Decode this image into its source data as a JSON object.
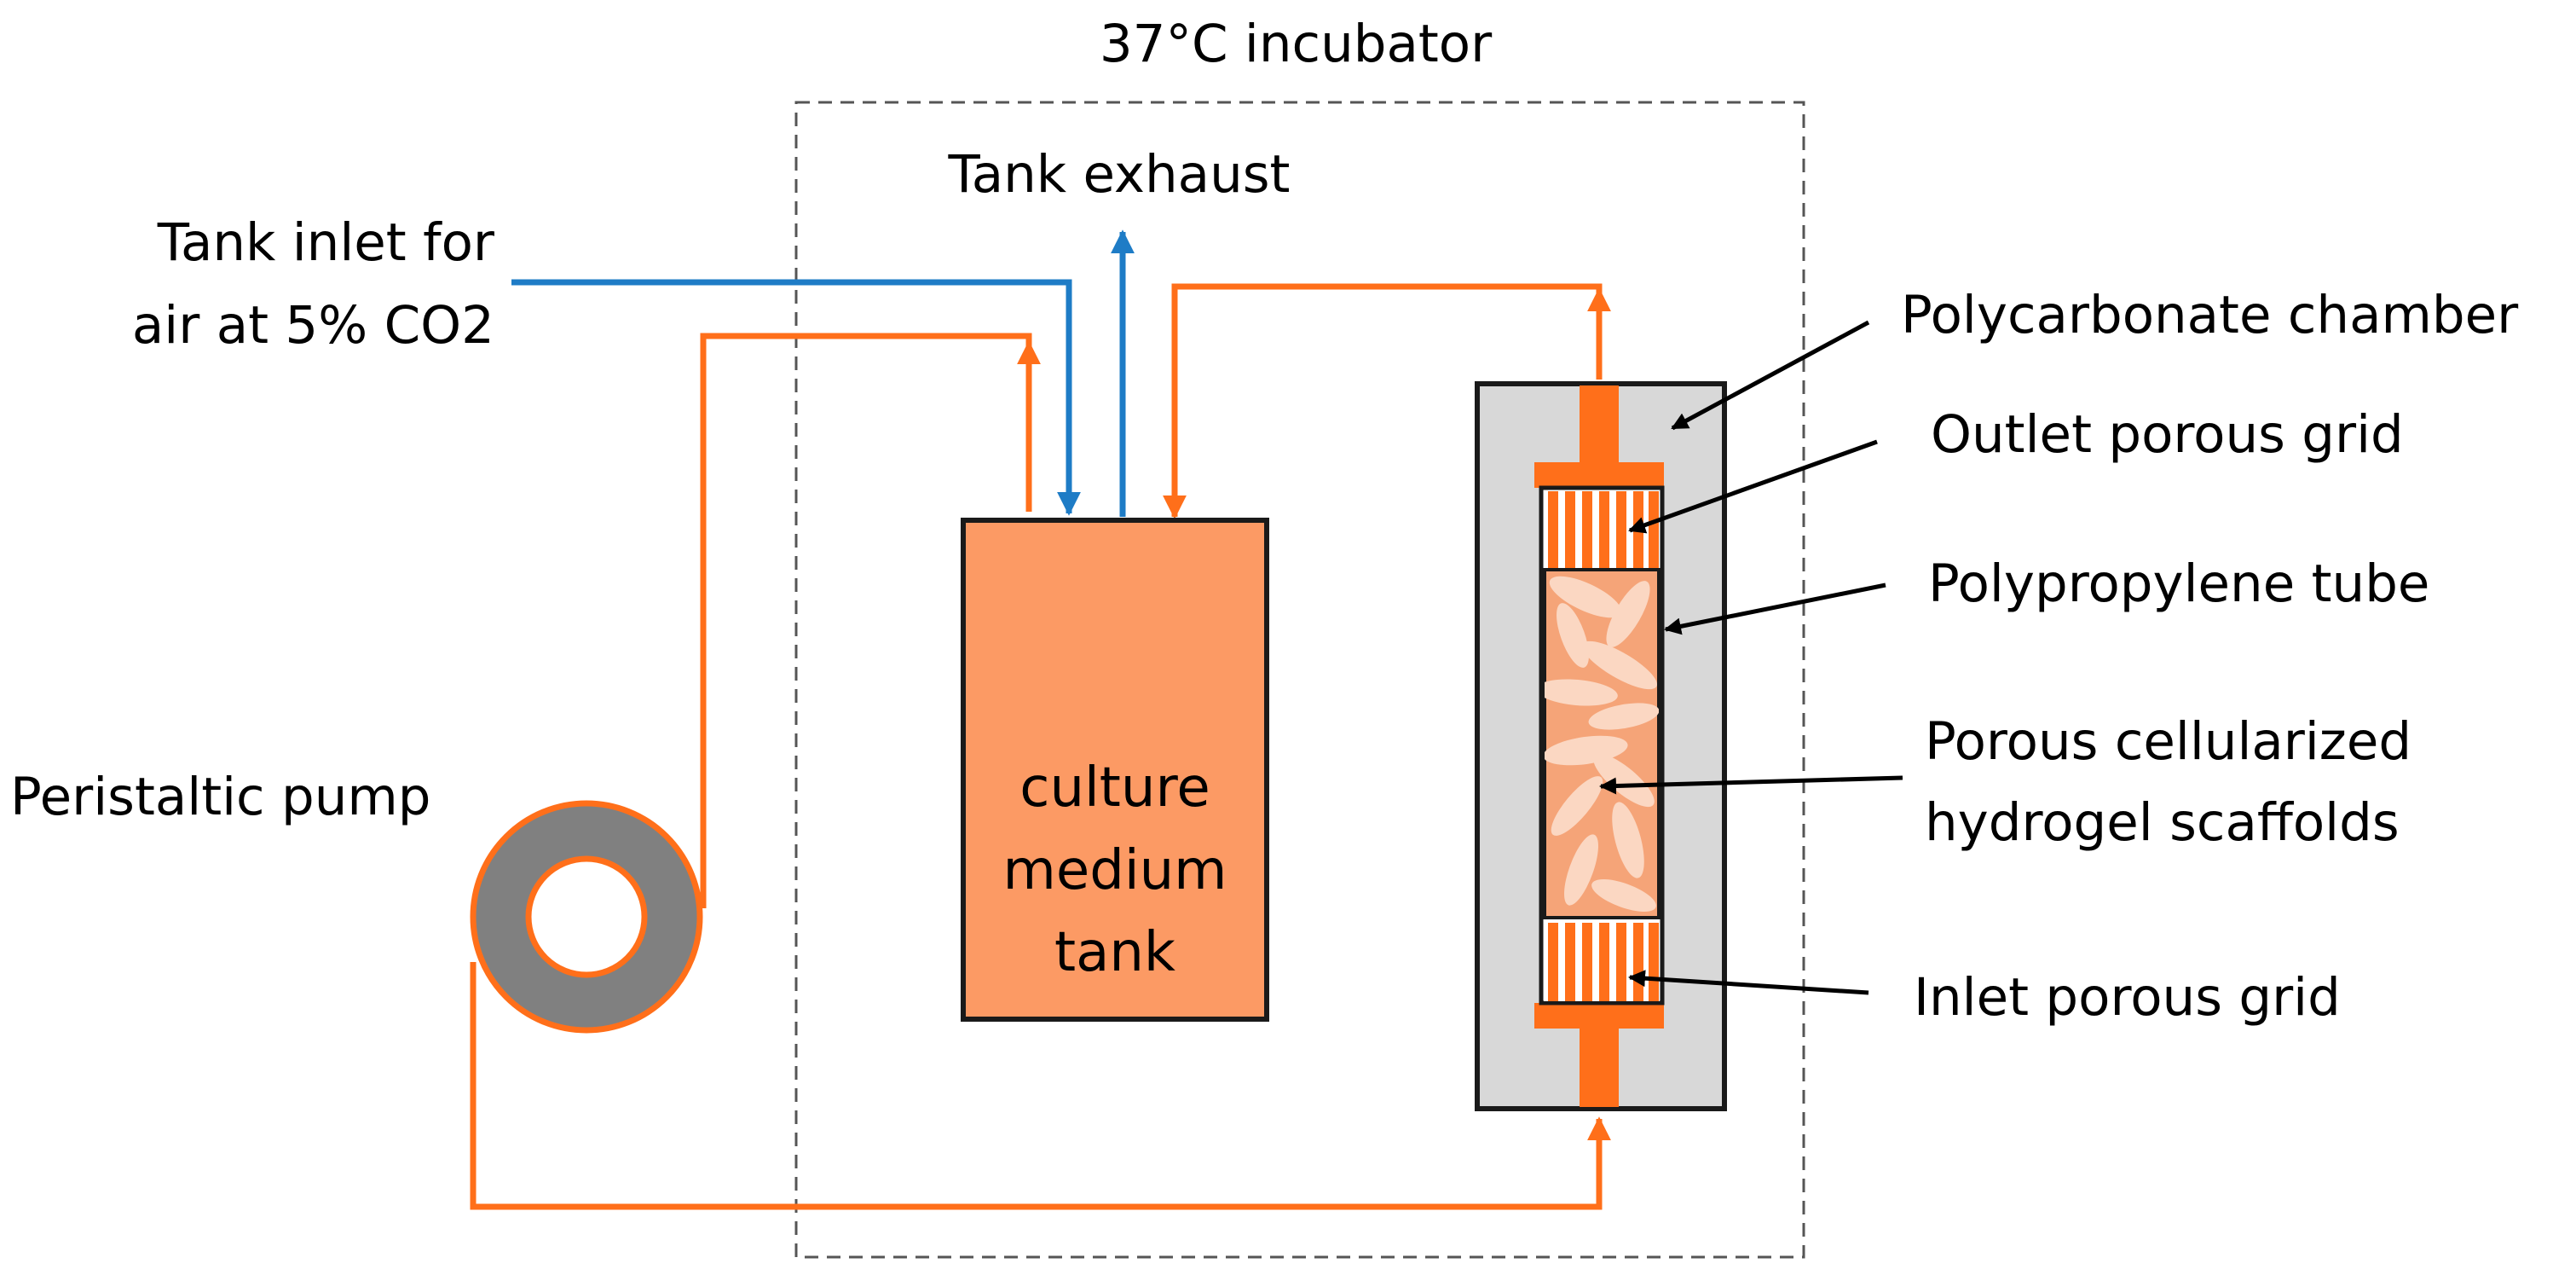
{
  "colors": {
    "pipe_orange": "#FF6F1A",
    "air_blue": "#1E7CC6",
    "tank_fill": "#FC9A64",
    "chamber_fill": "#D8D8D8",
    "scaffold_bg": "#F5A478",
    "scaffold_particle": "#FBD7C2",
    "pump_ring": "#808080",
    "outline": "#1A1A1A",
    "incubator_border": "#555555"
  },
  "labels": {
    "incubator": "37°C incubator",
    "tank_exhaust": "Tank exhaust",
    "tank_inlet_line1": "Tank inlet for",
    "tank_inlet_line2": "air at 5% CO2",
    "peristaltic_pump": "Peristaltic pump",
    "tank_line1": "culture",
    "tank_line2": "medium",
    "tank_line3": "tank",
    "polycarbonate_chamber": "Polycarbonate chamber",
    "outlet_porous_grid": "Outlet porous grid",
    "polypropylene_tube": "Polypropylene tube",
    "scaffolds_line1": "Porous cellularized",
    "scaffolds_line2": "hydrogel scaffolds",
    "inlet_porous_grid": "Inlet porous grid"
  }
}
